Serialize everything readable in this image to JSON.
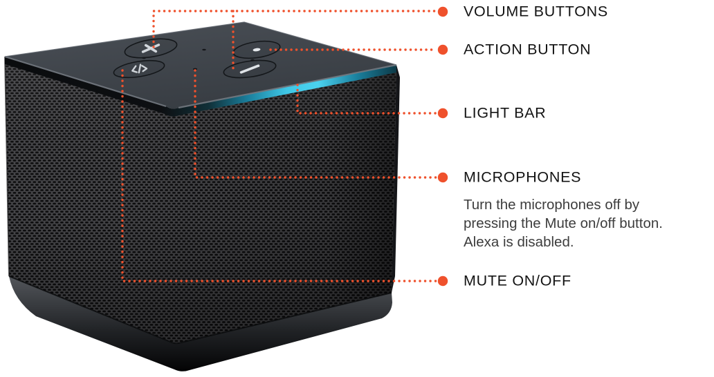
{
  "accent_color": "#EF512C",
  "light_bar_color": "#4BD2EF",
  "callouts": [
    {
      "id": "volume-buttons",
      "label": "VOLUME BUTTONS"
    },
    {
      "id": "action-button",
      "label": "ACTION BUTTON"
    },
    {
      "id": "light-bar",
      "label": "LIGHT BAR"
    },
    {
      "id": "microphones",
      "label": "MICROPHONES",
      "description_lines": [
        "Turn the microphones off by",
        "pressing the Mute on/off button.",
        "Alexa is disabled."
      ]
    },
    {
      "id": "mute-on-off",
      "label": "MUTE ON/OFF"
    }
  ],
  "device": {
    "type": "streaming media cube speaker",
    "icons": {
      "volume_up": "plus-icon",
      "volume_down": "minus-icon",
      "action": "dot-icon",
      "mute": "mic-off-icon"
    }
  }
}
